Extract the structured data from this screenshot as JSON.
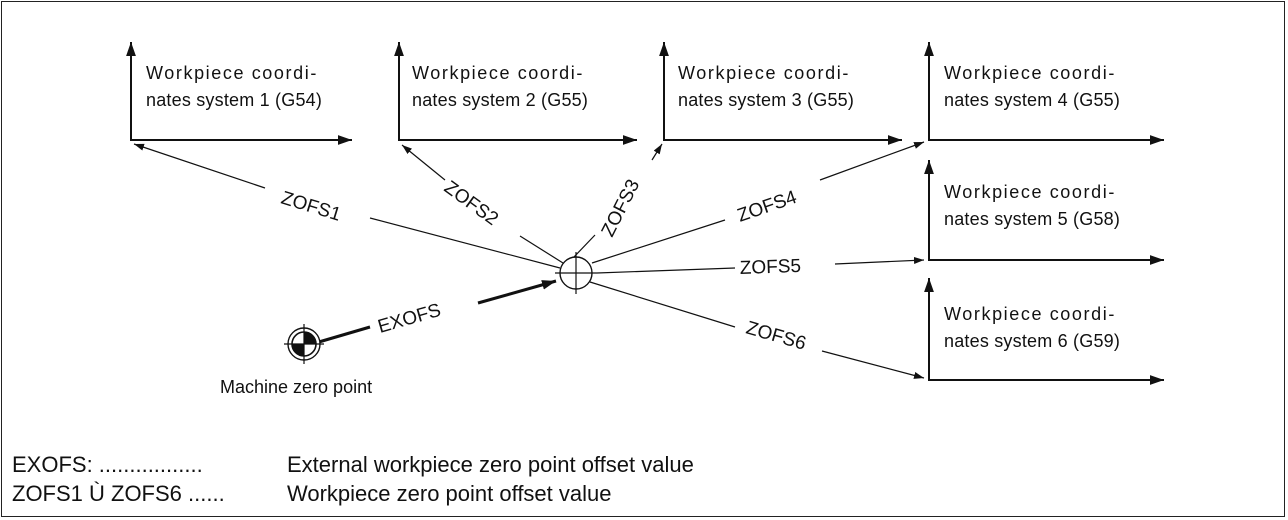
{
  "coordinate_systems": [
    {
      "line1": "Workpiece coordi-",
      "line2": "nates system 1 (G54)"
    },
    {
      "line1": "Workpiece coordi-",
      "line2": "nates system 2 (G55)"
    },
    {
      "line1": "Workpiece coordi-",
      "line2": "nates system 3 (G55)"
    },
    {
      "line1": "Workpiece coordi-",
      "line2": "nates system 4 (G55)"
    },
    {
      "line1": "Workpiece coordi-",
      "line2": "nates system 5 (G58)"
    },
    {
      "line1": "Workpiece coordi-",
      "line2": "nates system 6 (G59)"
    }
  ],
  "offsets": [
    "ZOFS1",
    "ZOFS2",
    "ZOFS3",
    "ZOFS4",
    "ZOFS5",
    "ZOFS6"
  ],
  "external_offset": "EXOFS",
  "machine_zero_label": "Machine zero point",
  "legend": [
    {
      "key": "EXOFS: .................",
      "desc": "External workpiece zero point offset value"
    },
    {
      "key": "ZOFS1 Ù ZOFS6 ......",
      "desc": "Workpiece zero point offset value"
    }
  ]
}
